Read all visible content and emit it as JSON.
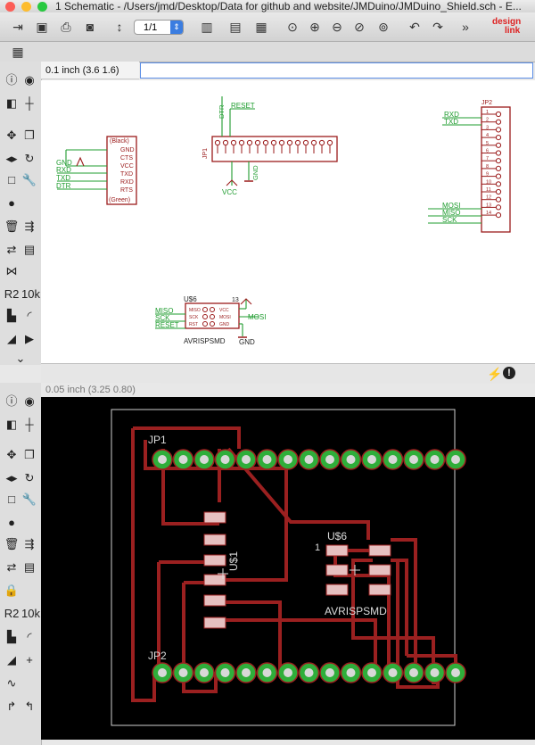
{
  "window": {
    "title": "1 Schematic - /Users/jmd/Desktop/Data for github and website/JMDuino/JMDuino_Shield.sch - E..."
  },
  "toolbar": {
    "sheet_value": "1/1",
    "logo_line1": "design",
    "logo_line2": "link"
  },
  "schematic": {
    "coordinate": "0.1 inch (3.6 1.6)",
    "command_value": "",
    "ftdi_header": {
      "top_note": "(Black)",
      "bottom_note": "(Green)",
      "pins": [
        "GND",
        "CTS",
        "VCC",
        "TXD",
        "RXD",
        "RTS"
      ],
      "nets": [
        "GND",
        "RXD",
        "TXD",
        "DTR"
      ]
    },
    "jp1": {
      "name": "JP1",
      "labels": [
        "DTR",
        "RESET",
        "VCC",
        "GND"
      ]
    },
    "jp2": {
      "name": "JP2",
      "pin_numbers": [
        "1",
        "2",
        "3",
        "4",
        "5",
        "6",
        "7",
        "8",
        "9",
        "10",
        "11",
        "12",
        "13",
        "14"
      ],
      "nets": [
        "RXD",
        "TXD",
        "MOSI",
        "MISO",
        "SCK"
      ]
    },
    "isp": {
      "name": "U$6",
      "ref": "13",
      "value": "AVRISPSMD",
      "pin_left": [
        "MISO",
        "SCK",
        "RST"
      ],
      "pin_right": [
        "VCC",
        "MOSI",
        "GND"
      ],
      "nets_left": [
        "MISO",
        "SCK",
        "RESET"
      ],
      "net_right": "MOSI",
      "gnd": "GND"
    }
  },
  "board": {
    "coordinate": "0.05 inch (3.25 0.80)",
    "jp1_label": "JP1",
    "jp2_label": "JP2",
    "u1_label": "U$1",
    "u6_label": "U$6",
    "pin1_mark": "1",
    "value_label": "AVRISPSMD"
  },
  "colors": {
    "schematic_part": "#9b1b1b",
    "schematic_net": "#1f9c2f",
    "board_trace": "#9b2020",
    "board_pad": "#2fae3a",
    "board_outline": "#cfcfcf"
  }
}
